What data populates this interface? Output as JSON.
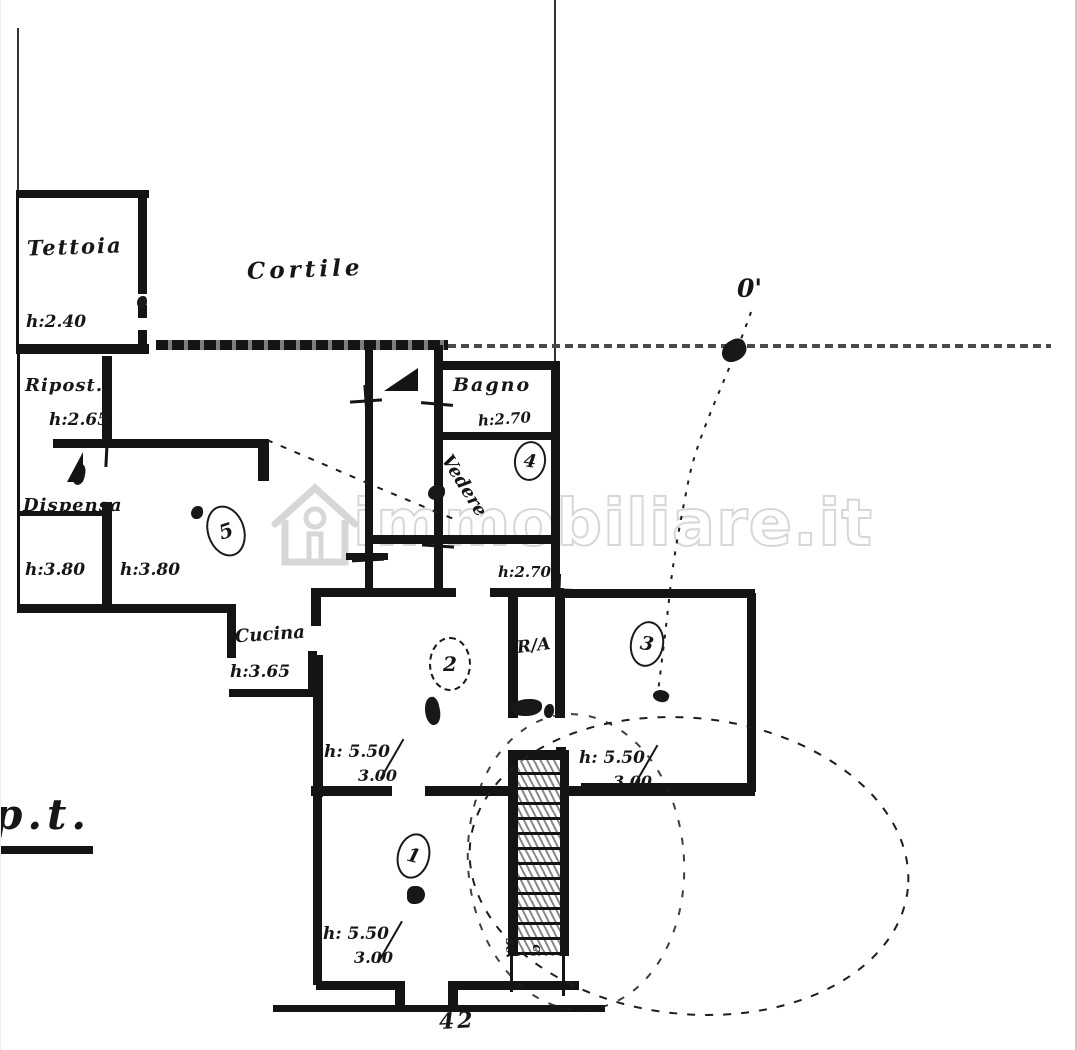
{
  "colors": {
    "paper": "#ffffff",
    "ink": "#141414",
    "watermark": "#d7d7d7"
  },
  "watermark": {
    "text": "immobiliare.it"
  },
  "plan": {
    "floor_label": "p.t.",
    "baseline_number": "42",
    "outdoor_label": "Cortile",
    "rooms": [
      {
        "name": "Tettoia",
        "height": "h:2.40",
        "number": ""
      },
      {
        "name": "Ripost.",
        "height": "h:2.65",
        "number": ""
      },
      {
        "name": "Dispensa",
        "height": "h:3.80",
        "number": ""
      },
      {
        "name": "",
        "height": "h:3.80",
        "number": "5"
      },
      {
        "name": "Cucina",
        "height": "h:3.65",
        "number": ""
      },
      {
        "name": "Bagno",
        "height": "h:2.70",
        "number": "4"
      },
      {
        "name": "R/A",
        "height": "h:2.70",
        "number": ""
      },
      {
        "name": "",
        "height_main": "h: 5.50",
        "height_sub": "3.00",
        "number": "2"
      },
      {
        "name": "",
        "height_main": "h: 5.50",
        "height_sub": "3.00",
        "number": "3"
      },
      {
        "name": "",
        "height_main": "h: 5.50",
        "height_sub": "3.00",
        "number": "1"
      }
    ],
    "annotations": {
      "handwritten_note": "Vedere",
      "corner_mark": "0'",
      "stair_note_a": "sc.",
      "stair_note_b": "c."
    }
  }
}
